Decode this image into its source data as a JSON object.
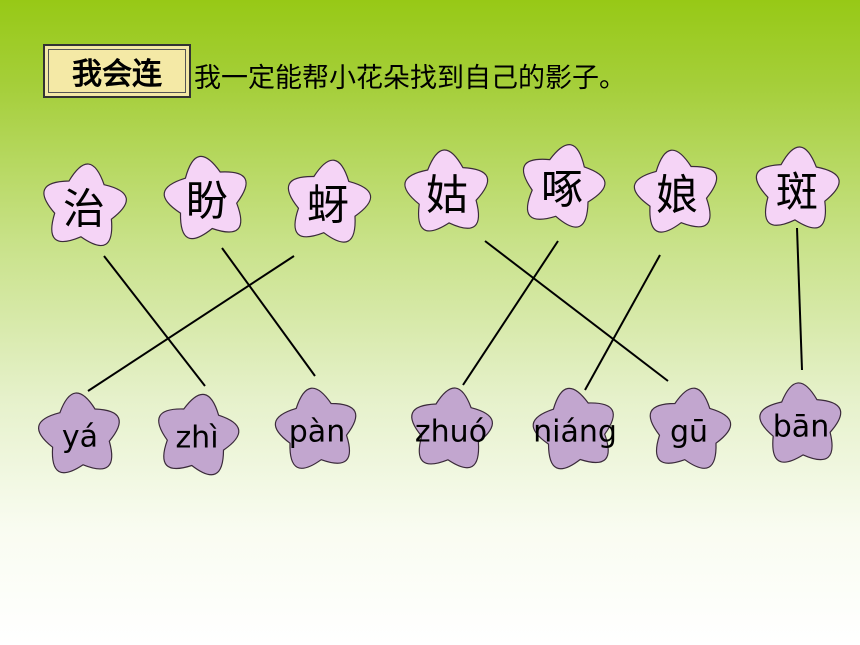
{
  "header": {
    "label": "我会连",
    "instruction": "我一定能帮小花朵找到自己的影子。"
  },
  "characters": [
    "治",
    "盼",
    "蚜",
    "姑",
    "啄",
    "娘",
    "斑"
  ],
  "pinyin": [
    "yá",
    "zhì",
    "pàn",
    "zhuó",
    "niáng",
    "gū",
    "bān"
  ],
  "connections": [
    {
      "char": "治",
      "pinyin": "zhì"
    },
    {
      "char": "盼",
      "pinyin": "pàn"
    },
    {
      "char": "蚜",
      "pinyin": "yá"
    },
    {
      "char": "姑",
      "pinyin": "gū"
    },
    {
      "char": "啄",
      "pinyin": "zhuó"
    },
    {
      "char": "娘",
      "pinyin": "niáng"
    },
    {
      "char": "斑",
      "pinyin": "bān"
    }
  ],
  "colors": {
    "top_flower_fill": "#f5d4f6",
    "bottom_flower_fill": "#c2a6cf",
    "flower_stroke": "#3a2a3a",
    "line_color": "#000000",
    "label_box_fill": "#f4e9a6"
  }
}
